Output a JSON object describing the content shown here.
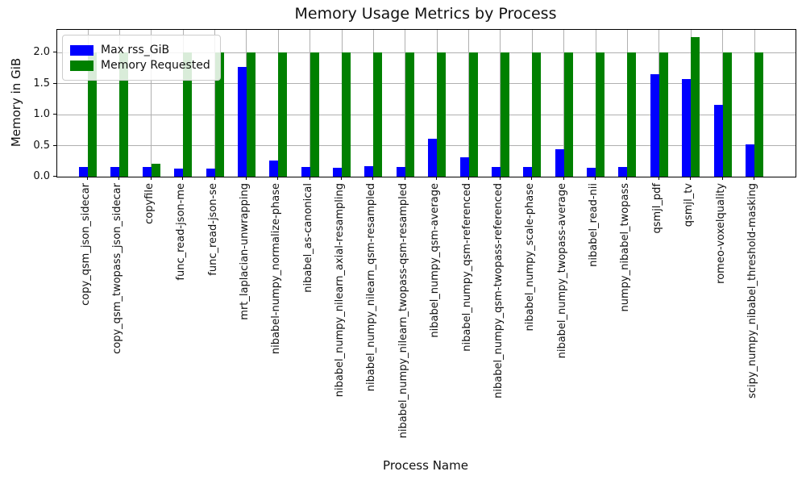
{
  "chart_data": {
    "type": "bar",
    "title": "Memory Usage Metrics by Process",
    "xlabel": "Process Name",
    "ylabel": "Memory in GiB",
    "grid": true,
    "legend_position": "upper left",
    "ylim": [
      0,
      2.37
    ],
    "yticks": [
      "0.0",
      "0.5",
      "1.0",
      "1.5",
      "2.0"
    ],
    "ytick_values": [
      0,
      0.5,
      1.0,
      1.5,
      2.0
    ],
    "categories": [
      "copy_qsm_json_sidecar",
      "copy_qsm_twopass_json_sidecar",
      "copyfile",
      "func_read-json-me",
      "func_read-json-se",
      "mrt_laplacian-unwrapping",
      "nibabel-numpy_normalize-phase",
      "nibabel_as-canonical",
      "nibabel_numpy_nilearn_axial-resampling",
      "nibabel_numpy_nilearn_qsm-resampled",
      "nibabel_numpy_nilearn_twopass-qsm-resampled",
      "nibabel_numpy_qsm-average",
      "nibabel_numpy_qsm-referenced",
      "nibabel_numpy_qsm-twopass-referenced",
      "nibabel_numpy_scale-phase",
      "nibabel_numpy_twopass-average",
      "nibabel_read-nii",
      "numpy_nibabel_twopass",
      "qsmjl_pdf",
      "qsmjl_tv",
      "romeo-voxelquality",
      "scipy_numpy_nibabel_threshold-masking"
    ],
    "series": [
      {
        "name": "Max rss_GiB",
        "color": "#0000ff",
        "values": [
          0.15,
          0.15,
          0.15,
          0.13,
          0.13,
          1.77,
          0.26,
          0.15,
          0.14,
          0.17,
          0.15,
          0.61,
          0.31,
          0.16,
          0.15,
          0.44,
          0.14,
          0.16,
          1.66,
          1.58,
          1.16,
          0.52
        ]
      },
      {
        "name": "Memory Requested",
        "color": "#008000",
        "values": [
          2.0,
          2.0,
          0.21,
          2.0,
          2.0,
          2.0,
          2.0,
          2.0,
          2.0,
          2.0,
          2.0,
          2.0,
          2.0,
          2.0,
          2.0,
          2.0,
          2.0,
          2.0,
          2.0,
          2.25,
          2.0,
          2.0
        ]
      }
    ]
  }
}
